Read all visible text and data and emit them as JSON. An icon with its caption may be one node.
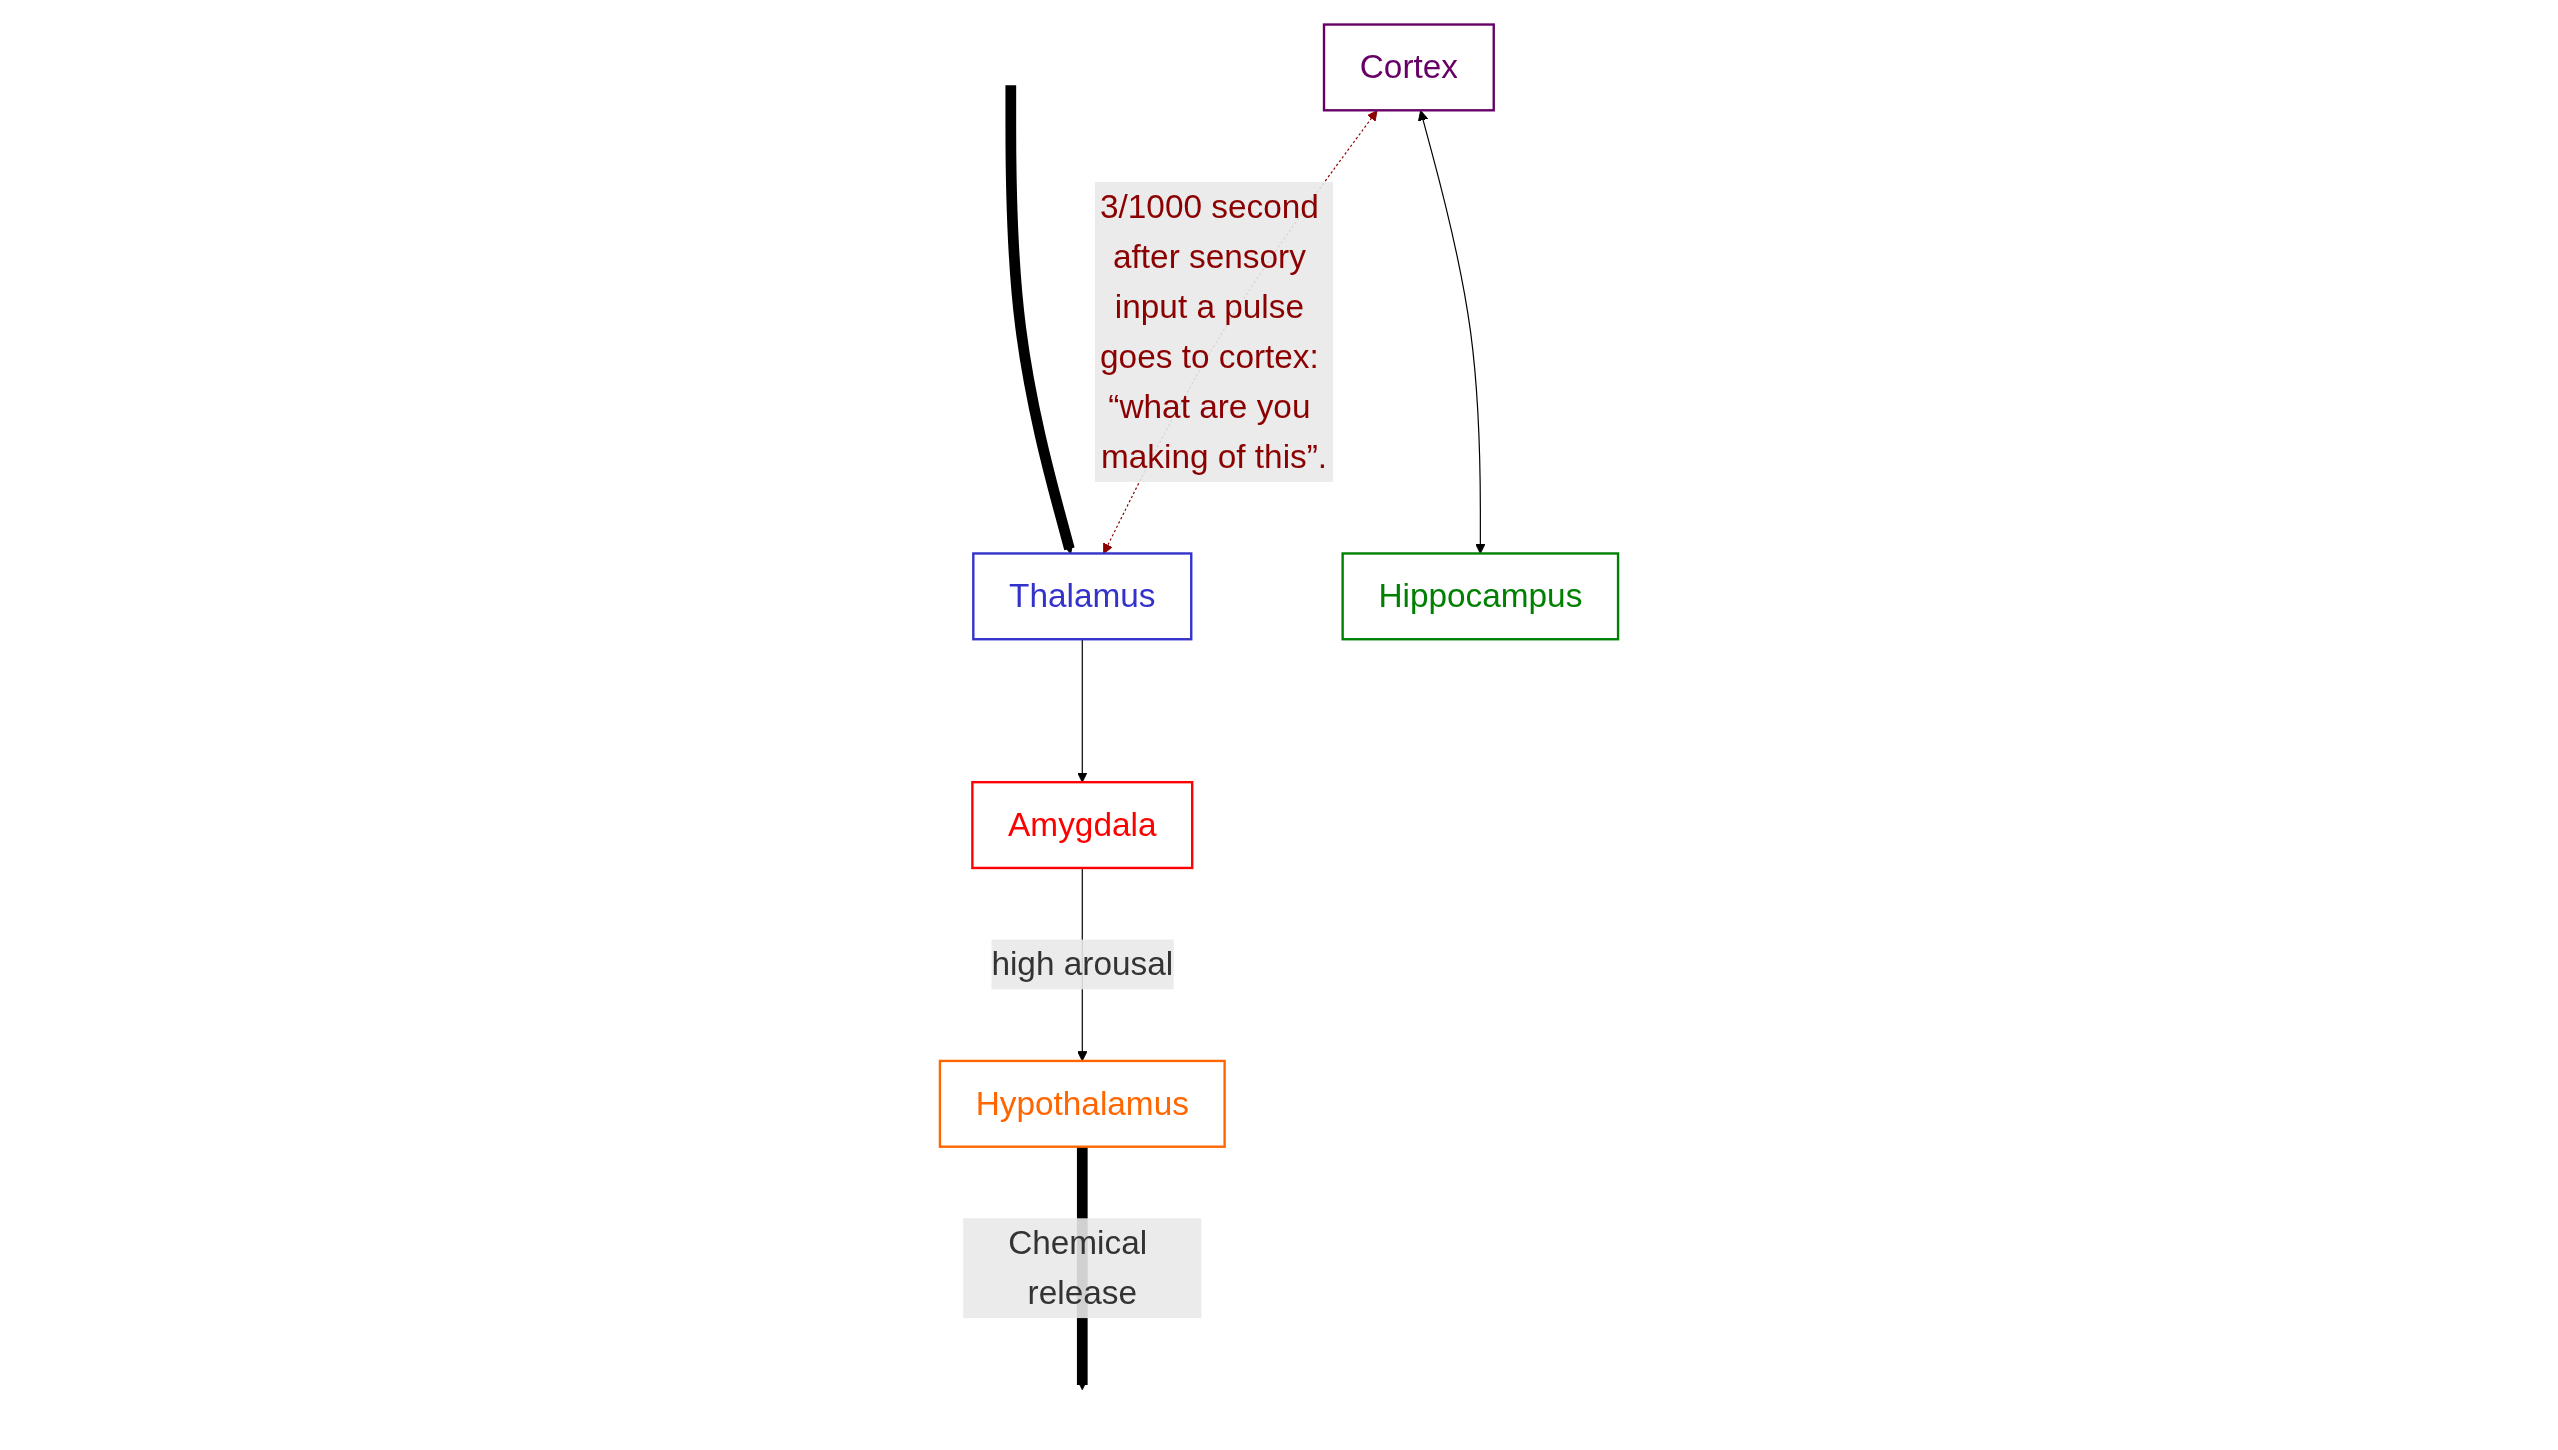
{
  "diagram": {
    "nodes": [
      {
        "text": [
          "Cortex"
        ]
      },
      {
        "text": [
          "Thalamus"
        ]
      },
      {
        "text": [
          "Amygdala"
        ]
      },
      {
        "text": [
          "Hippocampus"
        ]
      },
      {
        "text": [
          "Hypothalamus"
        ]
      }
    ],
    "edges": [
      {
        "from": null,
        "to": 1,
        "arrow": "to",
        "style": "thick"
      },
      {
        "from": 0,
        "to": 1,
        "arrow": "both",
        "style": "dashed",
        "color": "#8b0000",
        "label": "3/1000 second after sensory input a pulse goes to cortex: “what are you making of this”."
      },
      {
        "from": 1,
        "to": 2,
        "arrow": "to"
      },
      {
        "from": 0,
        "to": 3,
        "arrow": "both"
      },
      {
        "from": 2,
        "to": 4,
        "arrow": "to",
        "label": "high arousal"
      },
      {
        "from": 4,
        "to": null,
        "arrow": "to",
        "style": "thick",
        "label": "Chemical release"
      }
    ]
  }
}
